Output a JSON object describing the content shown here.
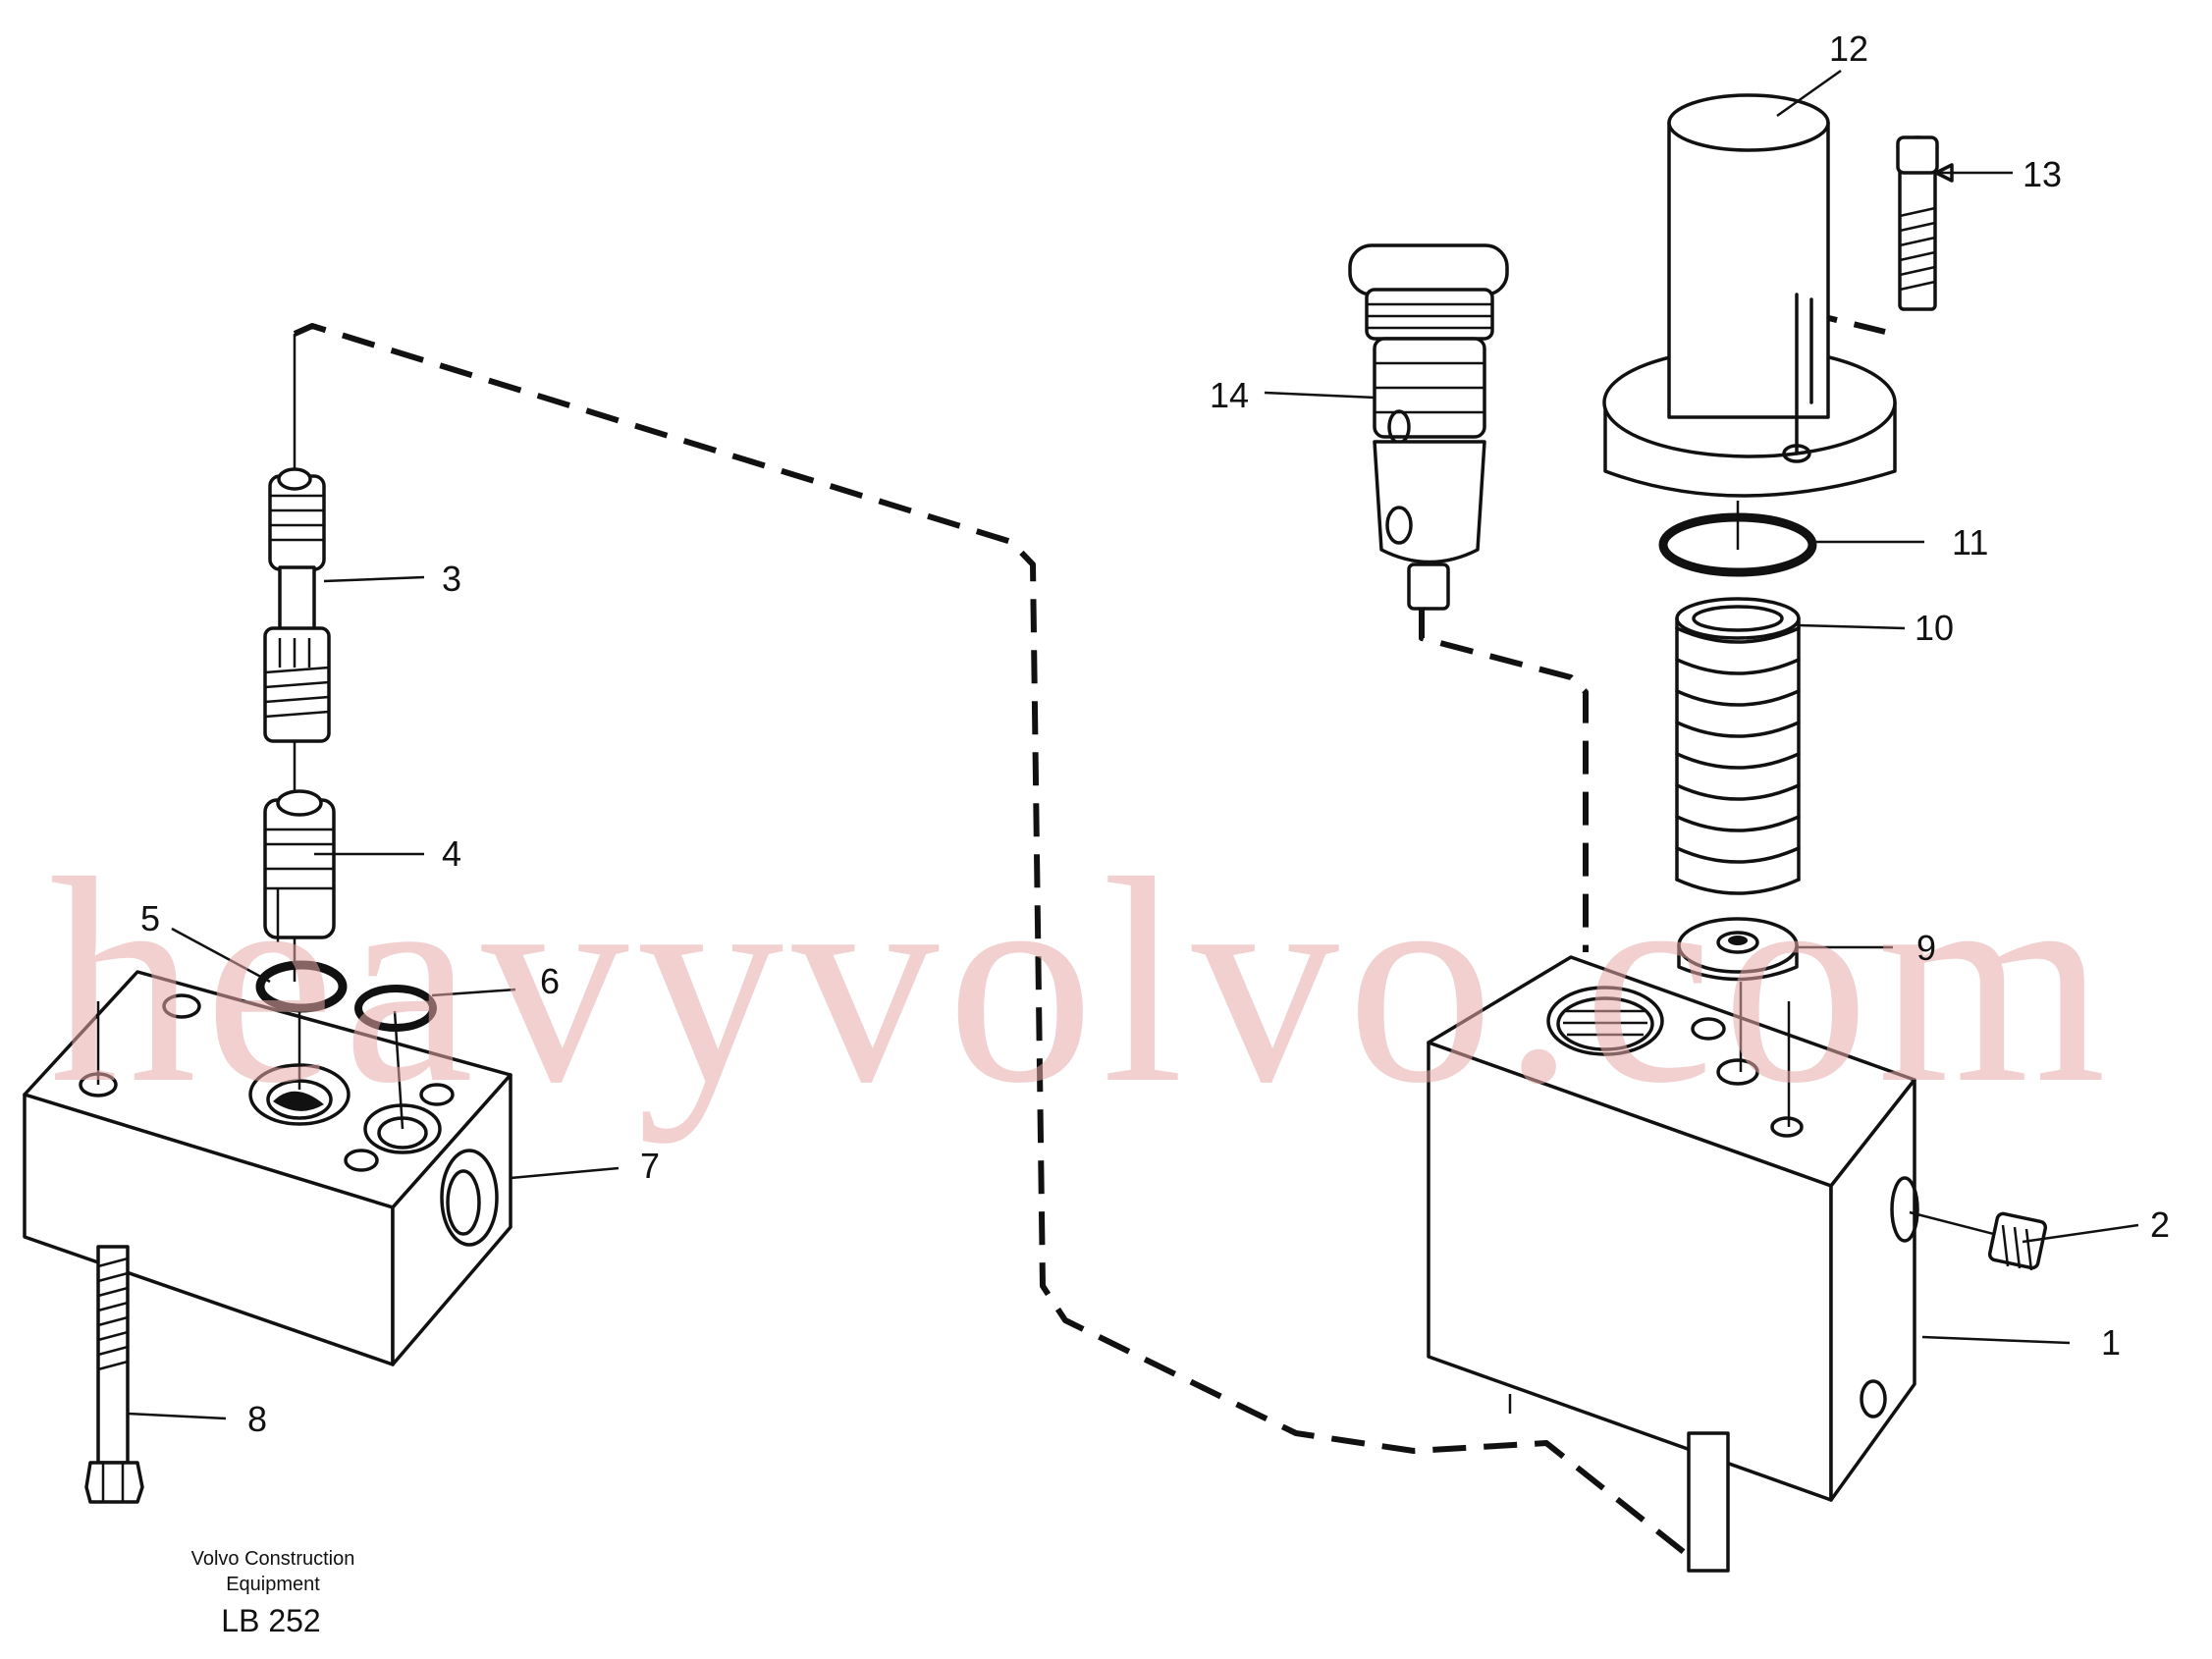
{
  "callouts": [
    {
      "id": "1",
      "label": "1"
    },
    {
      "id": "2",
      "label": "2"
    },
    {
      "id": "3",
      "label": "3"
    },
    {
      "id": "4",
      "label": "4"
    },
    {
      "id": "5",
      "label": "5"
    },
    {
      "id": "6",
      "label": "6"
    },
    {
      "id": "7",
      "label": "7"
    },
    {
      "id": "8",
      "label": "8"
    },
    {
      "id": "9",
      "label": "9"
    },
    {
      "id": "10",
      "label": "10"
    },
    {
      "id": "11",
      "label": "11"
    },
    {
      "id": "12",
      "label": "12"
    },
    {
      "id": "13",
      "label": "13"
    },
    {
      "id": "14",
      "label": "14"
    }
  ],
  "caption": {
    "line1": "Volvo Construction",
    "line2": "Equipment",
    "code": "LB 252"
  },
  "watermark": "heavyvolvo.com"
}
